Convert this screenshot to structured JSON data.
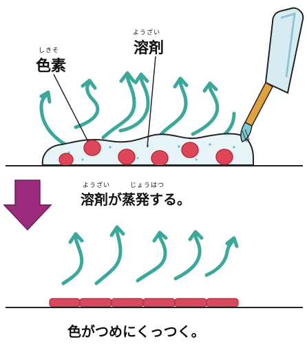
{
  "labels": {
    "pigment": "色素",
    "pigment_reading": "しきそ",
    "solvent": "溶剤",
    "solvent_reading": "ようざい",
    "step_text": "溶剤が蒸発する。",
    "step_reading_solvent": "ようざい",
    "step_reading_evaporate": "じょうはつ",
    "result_text": "色がつめにくっつく。"
  },
  "colors": {
    "vapor_arrow": "#3aa89a",
    "pigment_dot": "#e0465a",
    "solvent_fill": "#e6f4f8",
    "down_arrow": "#9c2a7c",
    "film": "#d9485c",
    "brush_handle": "#d6ebf2",
    "brush_ferrule": "#e2a13f",
    "nail_line": "#222222"
  },
  "icons": {
    "vapor": "wavy-up-arrow",
    "process": "down-arrow",
    "tool": "nail-polish-brush"
  }
}
